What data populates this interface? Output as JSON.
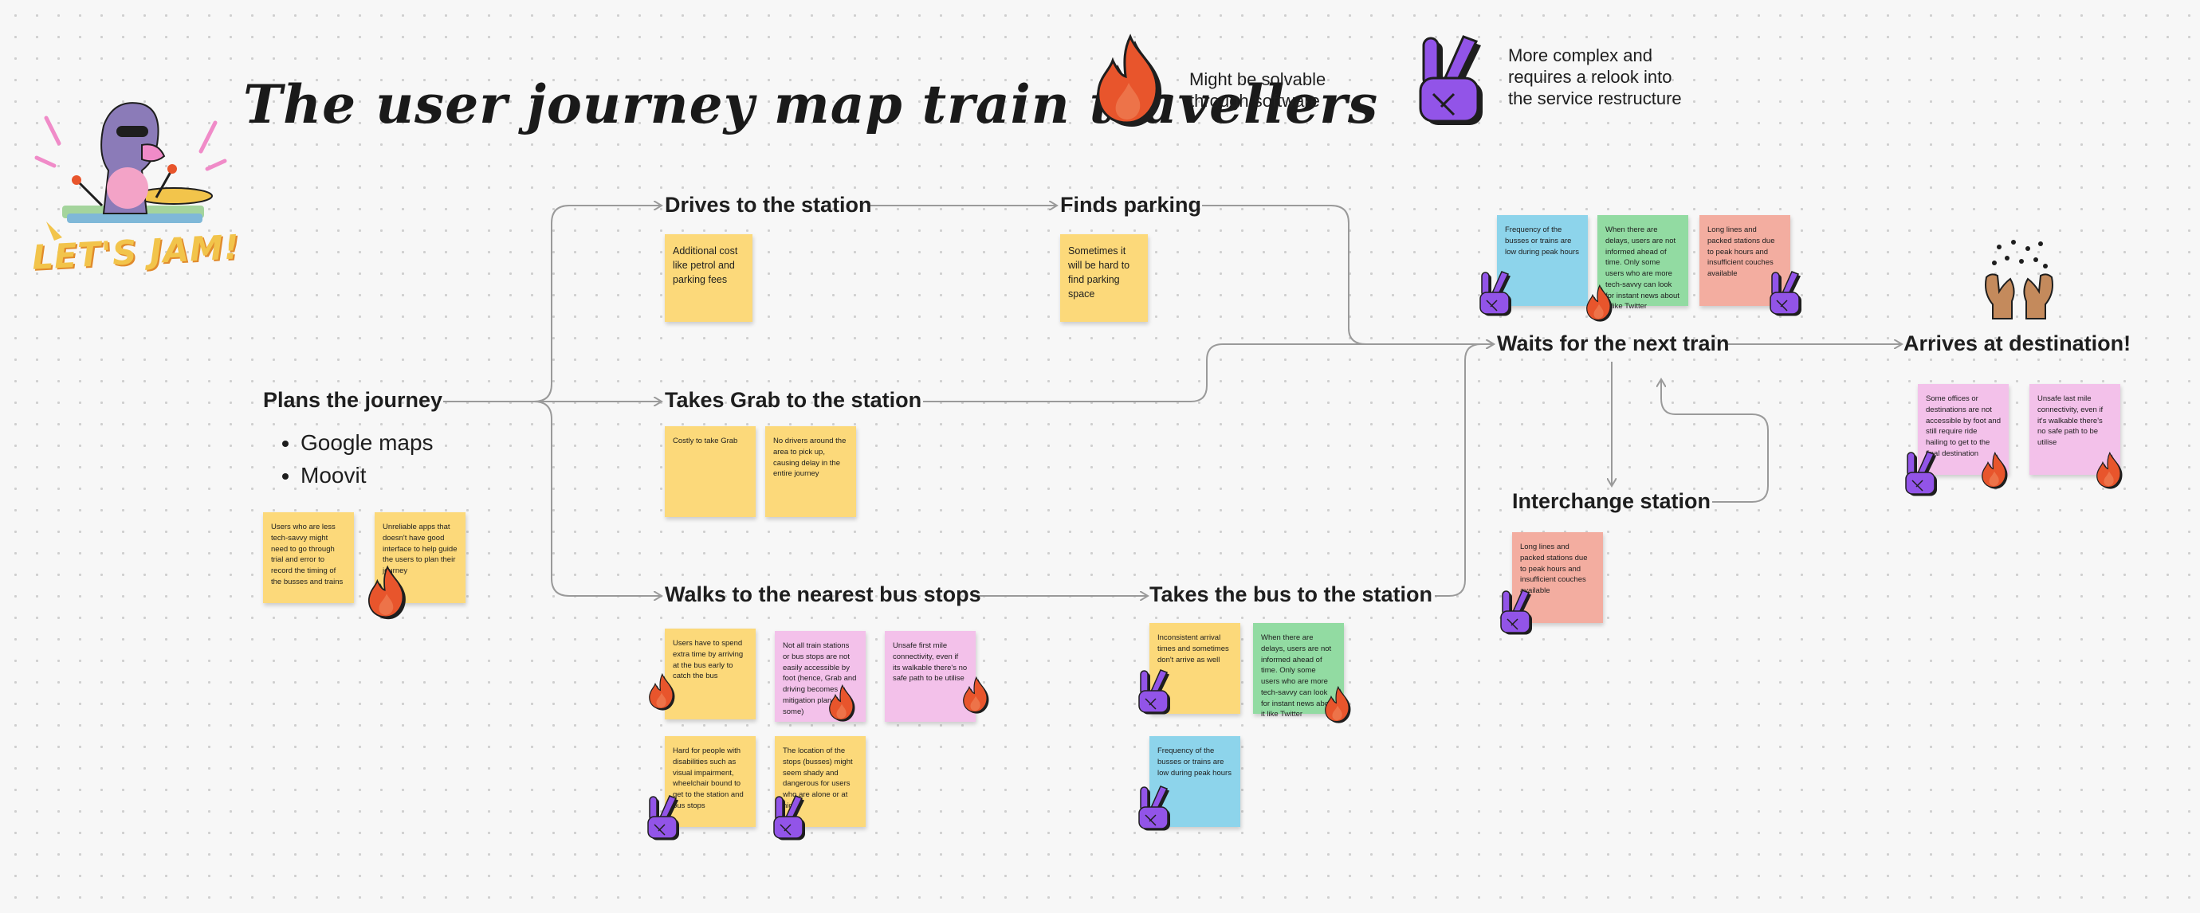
{
  "title": "The user journey map train travellers",
  "logo_text": "LET'S JAM!",
  "legend": {
    "fire_text": "Might be solvable through software",
    "hand_text": "More complex and requires a relook into the service restructure",
    "fire_icon": "fire-icon",
    "hand_icon": "peace-hand-icon"
  },
  "nodes": {
    "plans": "Plans the journey",
    "drives": "Drives to the station",
    "parking": "Finds parking",
    "grab": "Takes Grab to the station",
    "walks": "Walks to the nearest bus stops",
    "bus": "Takes the bus to the station",
    "waits": "Waits for the next train",
    "arrives": "Arrives at destination!",
    "interchange": "Interchange station"
  },
  "plans_bullets": [
    "Google maps",
    "Moovit"
  ],
  "stickies": {
    "plans_1": "Users who are less tech-savvy might need to go through trial and error to record the timing of the busses and trains",
    "plans_2": "Unreliable apps that doesn't have good interface to help guide the users to plan their journey",
    "drives_1": "Additional cost like petrol and parking fees",
    "parking_1": "Sometimes it will be hard to find parking space",
    "grab_1": "Costly to take Grab",
    "grab_2": "No drivers around the area to pick up, causing delay in the entire journey",
    "walks_1": "Users have to spend extra time by arriving at the bus early to catch the bus",
    "walks_2": "Not all train stations or bus stops are not easily accessible by foot (hence, Grab and driving becomes a mitigation plan for some)",
    "walks_3": "Unsafe first mile connectivity, even if its walkable there's no safe path to be utilise",
    "walks_4": "Hard for people with disabilities such as visual impairment, wheelchair bound to get to the station and bus stops",
    "walks_5": "The location of the stops (busses) might seem shady and dangerous for users who are alone or at night",
    "bus_1": "Inconsistent arrival times and sometimes don't arrive as well",
    "bus_2": "When there are delays, users are not informed ahead of time. Only some users who are more tech-savvy can look for instant news about it like Twitter",
    "bus_3": "Frequency of the busses or trains are low during peak hours",
    "waits_1": "Frequency of the busses or trains are low during peak hours",
    "waits_2": "When there are delays, users are not informed ahead of time. Only some users who are more tech-savvy can look for instant news about it like Twitter",
    "waits_3": "Long lines and packed stations due to peak hours and insufficient couches available",
    "interchange_1": "Long lines and packed stations due to peak hours and insufficient couches available",
    "arrives_1": "Some offices or destinations are not accessible by foot and still require ride hailing to get to the final destination",
    "arrives_2": "Unsafe last mile connectivity, even if it's walkable there's no safe path to be utilise"
  },
  "colors": {
    "yellow": "#fcd97a",
    "pink": "#f3c1ea",
    "blue": "#8dd4eb",
    "green": "#92dba2",
    "salmon": "#f3ada0",
    "fire": "#e8552c",
    "hand": "#9254e8",
    "connector": "#9a9a9a"
  }
}
